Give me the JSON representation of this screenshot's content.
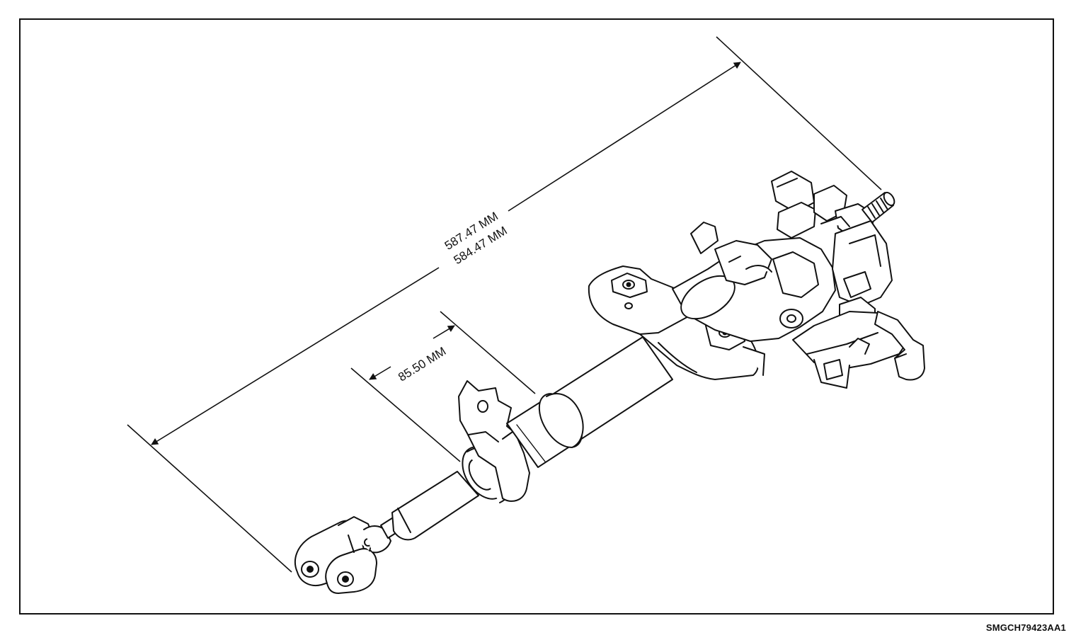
{
  "dimensions": {
    "overall_max": "587.47 MM",
    "overall_min": "584.47 MM",
    "bracket_offset": "85.50 MM"
  },
  "figure_id": "SMGCH79423AA1",
  "colors": {
    "line": "#111111",
    "background": "#ffffff"
  }
}
